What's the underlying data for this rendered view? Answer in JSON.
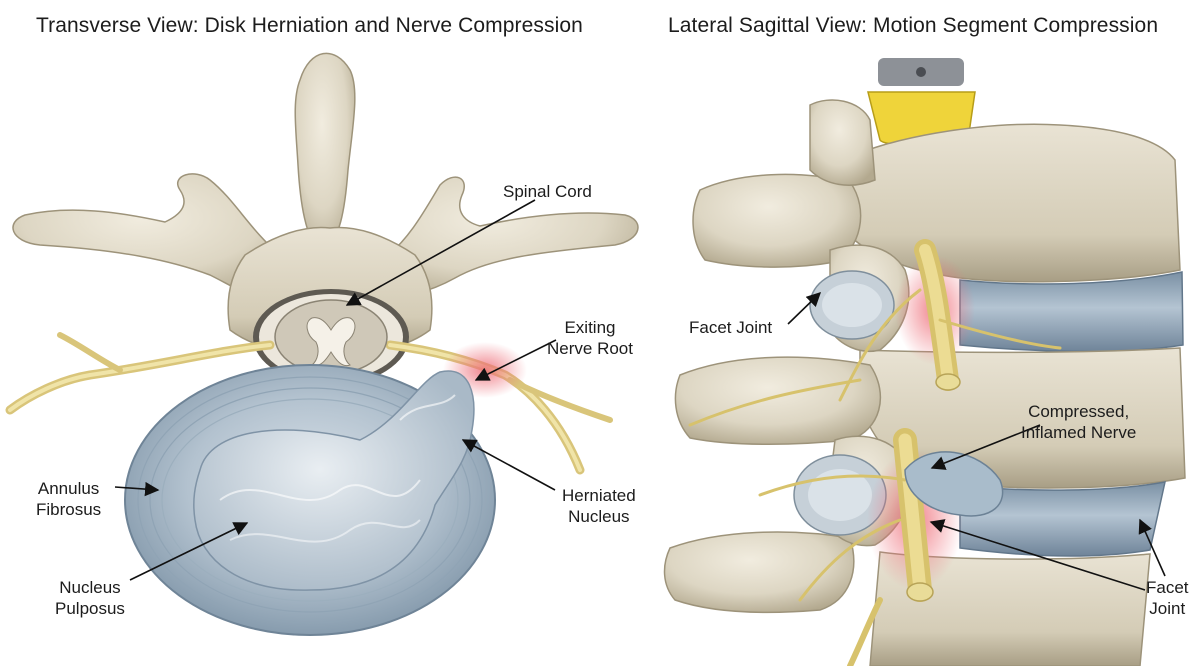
{
  "titles": {
    "left": "Transverse View: Disk Herniation and Nerve Compression",
    "right": "Lateral Sagittal View: Motion Segment Compression"
  },
  "labels_left": {
    "spinal_cord": "Spinal Cord",
    "exiting_nerve_root": [
      "Exiting",
      "Nerve Root"
    ],
    "annulus_fibrosus": [
      "Annulus",
      "Fibrosus"
    ],
    "herniated_nucleus": [
      "Herniated",
      "Nucleus"
    ],
    "nucleus_pulposus": [
      "Nucleus",
      "Pulposus"
    ]
  },
  "labels_right": {
    "facet_joint_upper": "Facet Joint",
    "compressed_nerve": [
      "Compressed,",
      "Inflamed Nerve"
    ],
    "facet_joint_lower": [
      "Facet",
      "Joint"
    ]
  },
  "colors": {
    "bone": "#ddd6c3",
    "bone_shadow": "#b8ae96",
    "disc": "#8fa3b4",
    "disc_light": "#c5d1db",
    "nerve": "#e6d58c",
    "inflamed": "#ec7f86",
    "cord": "#d8d2c4",
    "spacer_yellow": "#efd43a",
    "spacer_gray": "#8d9197"
  }
}
